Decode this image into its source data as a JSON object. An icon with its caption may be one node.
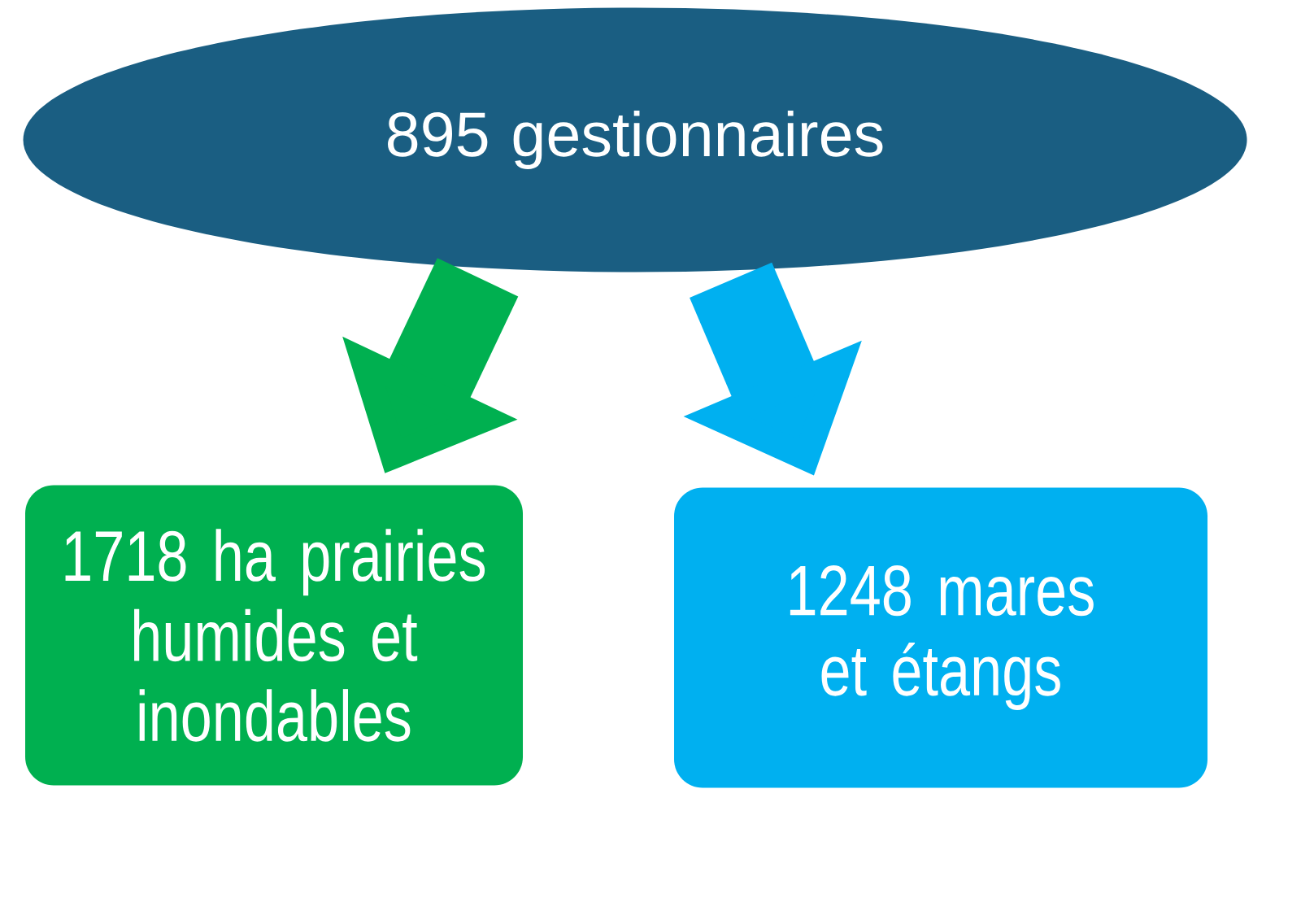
{
  "diagram": {
    "nodes": [
      {
        "text": [
          "895 gestionnaires"
        ]
      },
      {
        "text": [
          "1718 ha prairies humides et inondables"
        ]
      },
      {
        "text": [
          "1248 mares et étangs"
        ]
      }
    ],
    "edges": [
      {
        "from": 0,
        "to": 1,
        "arrow": "to",
        "color": "#00b050"
      },
      {
        "from": 0,
        "to": 2,
        "arrow": "to",
        "color": "#00b0f0"
      }
    ]
  }
}
